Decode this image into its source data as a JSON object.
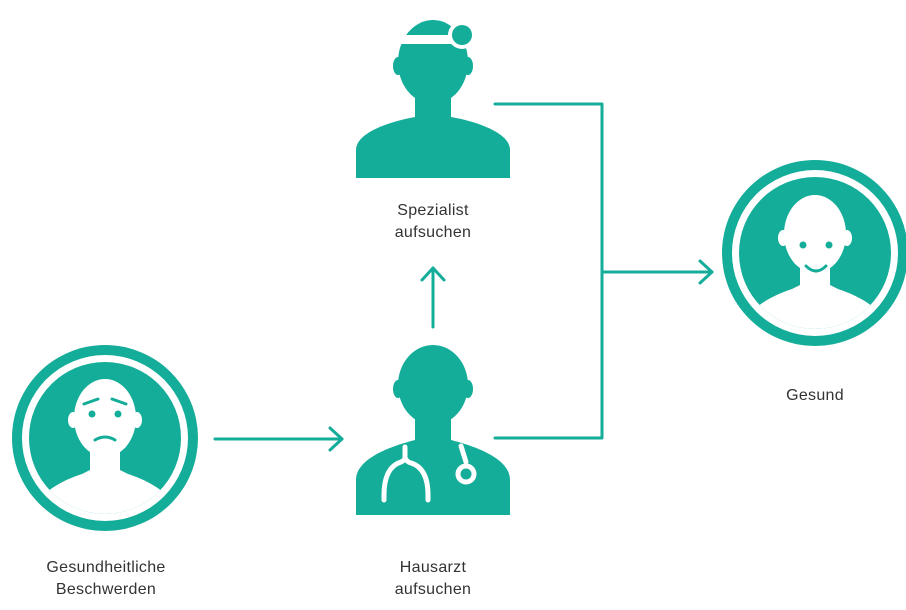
{
  "colors": {
    "accent": "#14ad99",
    "text": "#333333",
    "background": "#ffffff"
  },
  "nodes": {
    "patient": {
      "icon": "sick-person-icon",
      "line1": "Gesundheitliche",
      "line2": "Beschwerden"
    },
    "gp": {
      "icon": "doctor-stethoscope-icon",
      "line1": "Hausarzt",
      "line2": "aufsuchen"
    },
    "specialist": {
      "icon": "specialist-head-mirror-icon",
      "line1": "Spezialist",
      "line2": "aufsuchen"
    },
    "healthy": {
      "icon": "healthy-person-icon",
      "line1": "Gesund"
    }
  }
}
